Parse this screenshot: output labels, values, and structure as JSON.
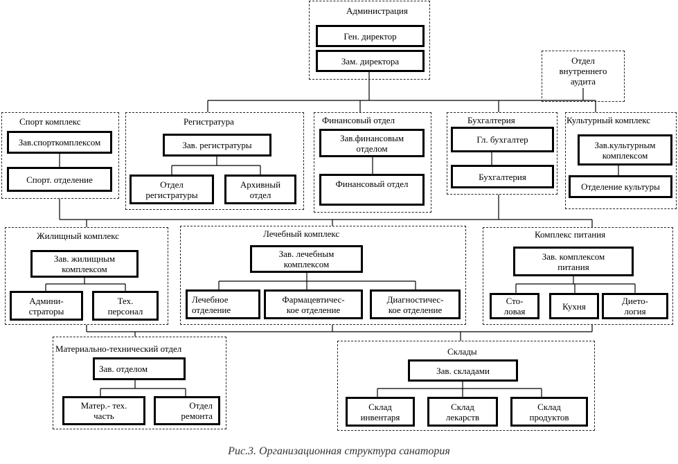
{
  "groups": {
    "admin": "Администрация",
    "audit": "Отдел\nвнутреннего\nаудита",
    "sport": "Спорт комплекс",
    "registry": "Регистратура",
    "finance": "Финансовый отдел",
    "accounting": "Бухгалтерия",
    "culture": "Культурный комплекс",
    "housing": "Жилищный комплекс",
    "medical": "Лечебный комплекс",
    "catering": "Комплекс питания",
    "mto": "Материально-технический отдел",
    "warehouses": "Склады"
  },
  "boxes": {
    "gen_director": "Ген. директор",
    "deputy_director": "Зам. директора",
    "head_sport": "Зав.спорткомплексом",
    "sport_dept": "Спорт. отделение",
    "head_registry": "Зав. регистратуры",
    "registry_dept": "Отдел\nрегистратуры",
    "archive_dept": "Архивный\nотдел",
    "head_finance": "Зав.финансовым\nотделом",
    "finance_dept": "Финансовый отдел",
    "chief_accountant": "Гл. бухгалтер",
    "accounting_dept": "Бухгалтерия",
    "head_culture": "Зав.культурным\nкомплексом",
    "culture_dept": "Отделение культуры",
    "head_housing": "Зав. жилищным\nкомплексом",
    "administrators": "Админи-\nстраторы",
    "tech_staff": "Тех.\nперсонал",
    "head_medical": "Зав. лечебным\nкомплексом",
    "medical_dept": "Лечебное\nотделение",
    "pharma_dept": "Фармацевтичес-\nкое отделение",
    "diag_dept": "Диагностичес-\nкое отделение",
    "head_catering": "Зав. комплексом\nпитания",
    "canteen": "Сто-\nловая",
    "kitchen": "Кухня",
    "dietology": "Дието-\nлогия",
    "head_mto": "Зав. отделом",
    "mat_tech": "Матер.- тех.\nчасть",
    "repair_dept": "Отдел\nремонта",
    "head_warehouses": "Зав. складами",
    "inventory_wh": "Склад\nинвентаря",
    "medicine_wh": "Склад\nлекарств",
    "food_wh": "Склад\nпродуктов"
  },
  "caption": "Рис.3. Организационная структура санатория"
}
